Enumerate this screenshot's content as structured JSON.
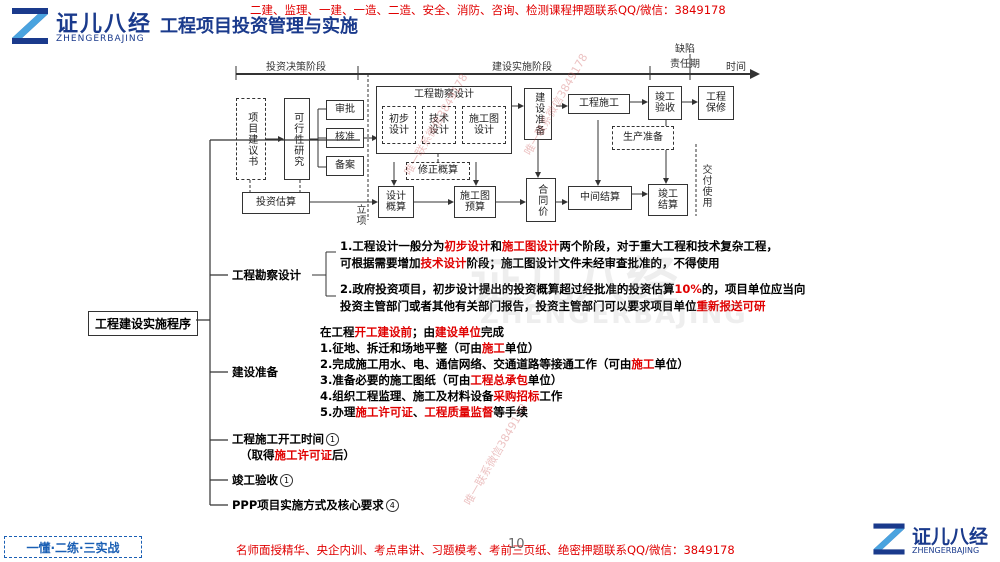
{
  "header": {
    "logo_text": "证儿八经",
    "logo_sub": "ZHENGERBAJING",
    "title": "工程项目投资管理与实施",
    "banner": "二建、监理、一建、一造、二造、安全、消防、咨询、检测课程押题联系QQ/微信：3849178"
  },
  "flow": {
    "phase_invest": "投资决策阶段",
    "phase_build": "建设实施阶段",
    "phase_defect": "缺陷\n责任期",
    "time_label": "时间",
    "box_proposal": "项目建议书",
    "box_feasibility": "可行性研究",
    "box_review": "审批",
    "box_verify": "核准",
    "box_record": "备案",
    "box_estimate": "投资估算",
    "box_survey": "工程勘察设计",
    "box_prelim": "初步\n设计",
    "box_tech": "技术\n设计",
    "box_drawing": "施工图\n设计",
    "box_revise": "修正概算",
    "box_design_budget": "设计\n概算",
    "box_drawing_budget": "施工图\n预算",
    "box_prep": "建设准备",
    "box_contract": "合同价",
    "box_construct": "工程施工",
    "box_midsettle": "中间结算",
    "box_prodprep": "生产准备",
    "box_accept": "竣工\n验收",
    "box_finalsettle": "竣工\n结算",
    "box_warranty": "工程\n保修",
    "label_deliver": "交付使用",
    "label_project": "立项"
  },
  "mindmap": {
    "root": "工程建设实施程序",
    "n1": "工程勘察设计",
    "n1_p1_a": "1.工程设计一般分为",
    "n1_p1_b": "初步设计",
    "n1_p1_c": "和",
    "n1_p1_d": "施工图设计",
    "n1_p1_e": "两个阶段，对于重大工程和技术复杂工程，",
    "n1_p1_f": "可根据需要增加",
    "n1_p1_g": "技术设计",
    "n1_p1_h": "阶段；施工图设计文件未经审查批准的，不得使用",
    "n1_p2_a": "2.政府投资项目，初步设计提出的投资概算超过经批准的投资估算",
    "n1_p2_b": "10%",
    "n1_p2_c": "的，项目单位应当向",
    "n1_p2_d": "投资主管部门或者其他有关部门报告，投资主管部门可以要求项目单位",
    "n1_p2_e": "重新报送可研",
    "n2": "建设准备",
    "n2_l0_a": "在工程",
    "n2_l0_b": "开工建设前",
    "n2_l0_c": "；由",
    "n2_l0_d": "建设单位",
    "n2_l0_e": "完成",
    "n2_l1_a": "1.征地、拆迁和场地平整（可由",
    "n2_l1_b": "施工",
    "n2_l1_c": "单位）",
    "n2_l2_a": "2.完成施工用水、电、通信网络、交通道路等接通工作（可由",
    "n2_l2_b": "施工",
    "n2_l2_c": "单位）",
    "n2_l3_a": "3.准备必要的施工图纸（可由",
    "n2_l3_b": "工程总承包",
    "n2_l3_c": "单位）",
    "n2_l4_a": "4.组织工程监理、施工及材料设备",
    "n2_l4_b": "采购招标",
    "n2_l4_c": "工作",
    "n2_l5_a": "5.办理",
    "n2_l5_b": "施工许可证",
    "n2_l5_c": "、",
    "n2_l5_d": "工程质量监督",
    "n2_l5_e": "等手续",
    "n3_a": "工程施工开工时间",
    "n3_b1": "（取得",
    "n3_b2": "施工许可证",
    "n3_b3": "后）",
    "n3_badge": "1",
    "n4": "竣工验收",
    "n4_badge": "1",
    "n5": "PPP项目实施方式及核心要求",
    "n5_badge": "4"
  },
  "footer": {
    "left": "一懂·二练·三实战",
    "mid": "名师面授精华、央企内训、考点串讲、习题模考、考前三页纸、绝密押题联系QQ/微信：3849178",
    "page": "10",
    "logo_text": "证儿八经",
    "logo_sub": "ZHENGERBAJING"
  },
  "watermark": {
    "diag": "唯一联系微信3849178",
    "big1": "证儿八经",
    "big2": "ZHENGERBAJING"
  },
  "colors": {
    "brand": "#1a3a8c",
    "accent_red": "#e00000",
    "footer_blue": "#1a5fb4"
  }
}
